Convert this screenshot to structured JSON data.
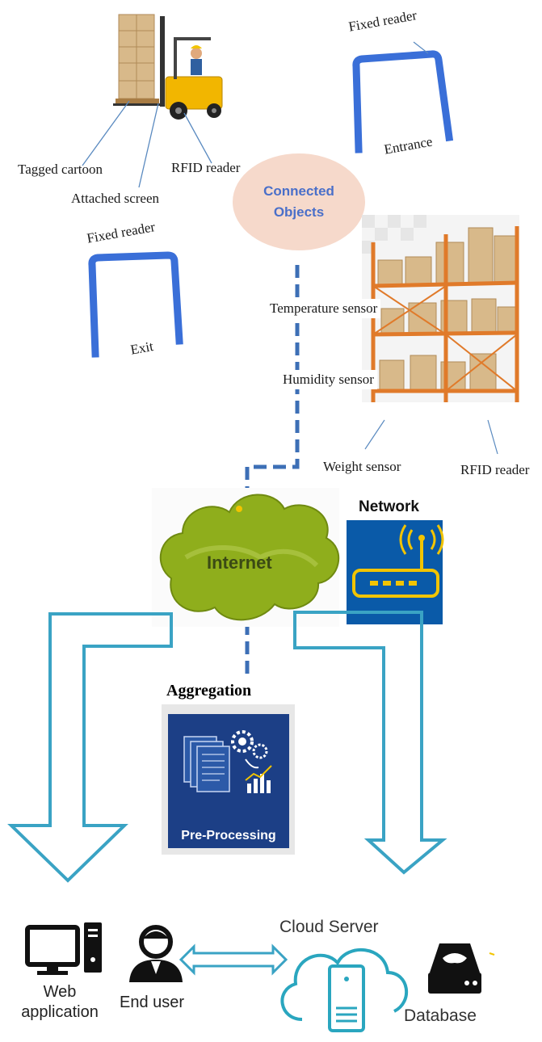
{
  "labels": {
    "tagged_cartoon": "Tagged cartoon",
    "attached_screen": "Attached screen",
    "rfid_reader_forklift": "RFID reader",
    "fixed_reader_top": "Fixed reader",
    "entrance": "Entrance",
    "fixed_reader_left": "Fixed reader",
    "exit": "Exit",
    "temperature_sensor": "Temperature sensor",
    "humidity_sensor": "Humidity sensor",
    "weight_sensor": "Weight sensor",
    "rfid_reader_shelf": "RFID reader"
  },
  "connected_objects": {
    "line1": "Connected",
    "line2": "Objects"
  },
  "network": {
    "title": "Network",
    "internet": "Internet"
  },
  "aggregation": {
    "title": "Aggregation",
    "panel_label": "Pre-Processing"
  },
  "bottom": {
    "web_app_line1": "Web",
    "web_app_line2": "application",
    "end_user": "End user",
    "cloud_server": "Cloud Server",
    "database": "Database"
  },
  "colors": {
    "gate_blue": "#3a6fd8",
    "dash_blue": "#3d6fb6",
    "ellipse_fill": "#f6d9cb",
    "connected_text": "#4a6fc9",
    "shelf_orange": "#e07a2a",
    "box_tan": "#d8b98a",
    "cloud_green": "#8fae1c",
    "network_blue": "#0a5aa8",
    "router_yellow": "#f2c400",
    "panel_blue": "#1c3f86",
    "arrow_teal": "#3aa3c4",
    "cloud_server_teal": "#2aa6bf"
  },
  "icons": [
    "forklift-icon",
    "pallet-boxes-icon",
    "gate-icon",
    "shelf-icon",
    "cloud-icon",
    "router-icon",
    "preprocessing-icon",
    "monitor-icon",
    "user-icon",
    "cloud-server-icon",
    "database-icon"
  ]
}
